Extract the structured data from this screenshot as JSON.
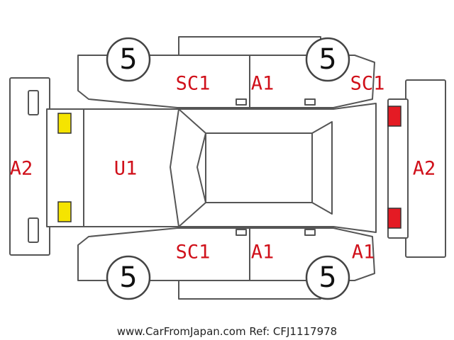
{
  "tires": {
    "front_left": "5",
    "rear_left": "5",
    "front_right": "5",
    "rear_right": "5"
  },
  "damage_codes": {
    "rear_bumper": "A2",
    "front_bumper": "A2",
    "trunk_lid": "U1",
    "rear_quarter_left": "SC1",
    "rear_door_left": "A1",
    "front_fender_left": "SC1",
    "rear_quarter_right": "SC1",
    "rear_door_right": "A1",
    "front_fender_right": "A1"
  },
  "markers": {
    "rear_light_color": "#f5e400",
    "front_light_color": "#e41b24"
  },
  "footer_text": "www.CarFromJapan.com Ref: CFJ1117978"
}
